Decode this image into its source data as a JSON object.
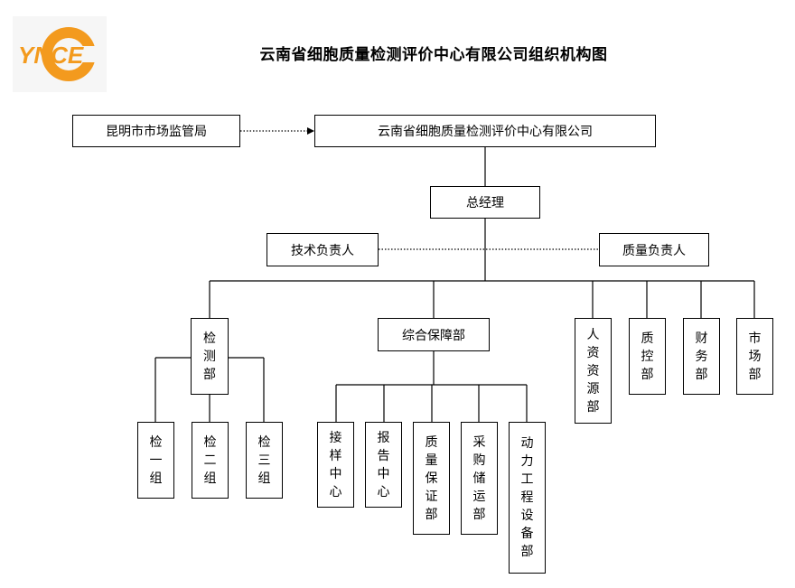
{
  "logo": {
    "text": "YNCE",
    "brand_color": "#F39A1E"
  },
  "title": "云南省细胞质量检测评价中心有限公司组织机构图",
  "org": {
    "regulator": "昆明市市场监管局",
    "company": "云南省细胞质量检测评价中心有限公司",
    "general_manager": "总经理",
    "tech_lead": "技术负责人",
    "quality_lead": "质量负责人",
    "inspection_dept": "检测部",
    "support_dept": "综合保障部",
    "hr_dept": "人资资源部",
    "qc_dept": "质控部",
    "finance_dept": "财务部",
    "market_dept": "市场部",
    "group1": "检一组",
    "group2": "检二组",
    "group3": "检三组",
    "sample_center": "接样中心",
    "report_center": "报告中心",
    "qa_dept": "质量保证部",
    "procurement_dept": "采购储运部",
    "power_dept": "动力工程设备部"
  }
}
